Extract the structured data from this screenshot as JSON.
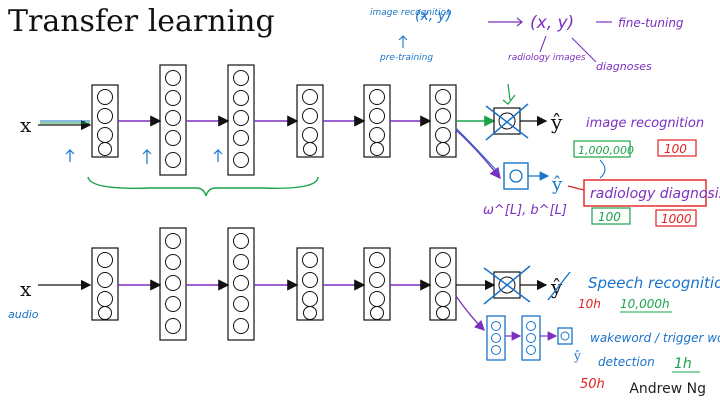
{
  "slide": {
    "title": "Transfer learning",
    "author": "Andrew Ng"
  },
  "top_network": {
    "input": "x",
    "output": "ŷ",
    "new_output": "ŷ",
    "weights_label": "ω^[L], b^[L]"
  },
  "bottom_network": {
    "input": "x",
    "input_note": "audio",
    "output": "ŷ",
    "small_output": "ŷ"
  },
  "annotations": {
    "pretrain_pair": "(x, y)",
    "image_recog_note": "image recognition",
    "pretraining": "pre-training",
    "finetune_pair": "(x, y)",
    "finetune": "fine-tuning",
    "radiology_images": "radiology images",
    "diagnoses": "diagnoses",
    "image_recognition": "image recognition",
    "million": "1,000,000",
    "hundred_red": "100",
    "radiology_diagnosis": "radiology diagnosis",
    "hundred_green": "100",
    "thousand": "1000",
    "speech_recognition": "Speech recognition",
    "ten_h": "10h",
    "ten_thousand_h": "10,000h",
    "wakeword": "wakeword / trigger word",
    "detection": "detection",
    "one_h": "1h",
    "fifty_h": "50h"
  },
  "colors": {
    "blue": "#1a73c9",
    "green": "#1aa34a",
    "red": "#e02020",
    "purple": "#7b2fbf",
    "black": "#111111"
  }
}
